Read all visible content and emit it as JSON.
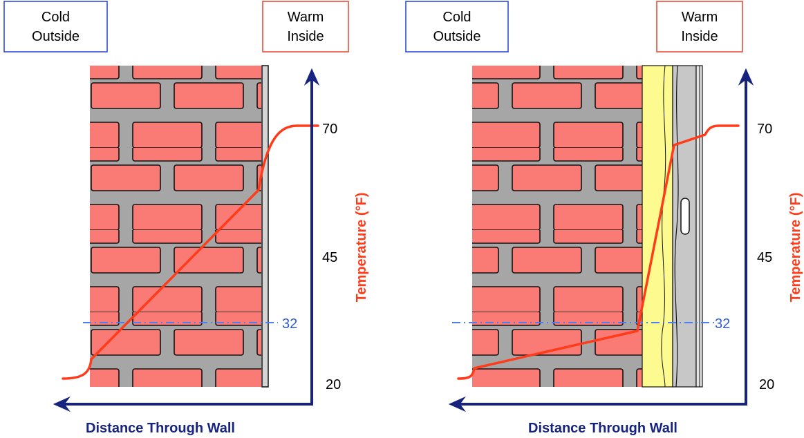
{
  "panels": [
    {
      "outside_label": [
        "Cold",
        "Outside"
      ],
      "inside_label": [
        "Warm",
        "Inside"
      ],
      "ticks": [
        "70",
        "45",
        "20"
      ],
      "freeze_label": "32",
      "y_axis_label": "Temperature (°F)",
      "x_axis_label": "Distance Through Wall"
    },
    {
      "outside_label": [
        "Cold",
        "Outside"
      ],
      "inside_label": [
        "Warm",
        "Inside"
      ],
      "ticks": [
        "70",
        "45",
        "20"
      ],
      "freeze_label": "32",
      "y_axis_label": "Temperature (°F)",
      "x_axis_label": "Distance Through Wall"
    }
  ],
  "colors": {
    "brick": "#fa7a75",
    "mortar": "#a6a6a6",
    "axis": "#16237f",
    "temperature": "#ff3b1a",
    "freeze_line": "#4d7ff0",
    "insulation": "#fdfb8f",
    "outside_box": "#2341d6",
    "inside_box": "#e8412c"
  }
}
